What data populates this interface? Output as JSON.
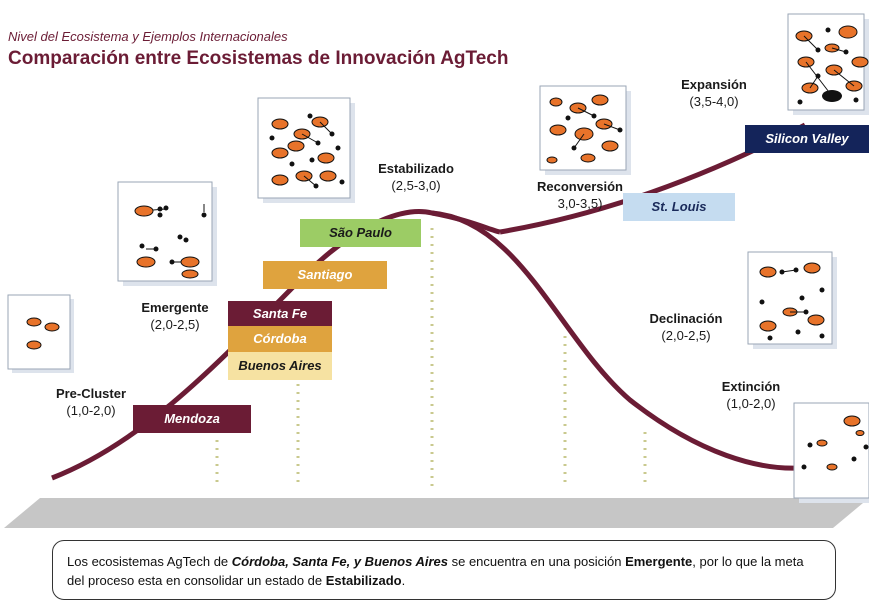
{
  "header": {
    "subtitle": "Nivel del Ecosistema y Ejemplos Internacionales",
    "title": "Comparación entre Ecosistemas de Innovación AgTech"
  },
  "stages": [
    {
      "name": "Pre-Cluster",
      "range": "(1,0-2,0)"
    },
    {
      "name": "Emergente",
      "range": "(2,0-2,5)"
    },
    {
      "name": "Estabilizado",
      "range": "(2,5-3,0)"
    },
    {
      "name": "Reconversión",
      "range": "3,0-3,5)"
    },
    {
      "name": "Expansión",
      "range": "(3,5-4,0)"
    },
    {
      "name": "Declinación",
      "range": "(2,0-2,5)"
    },
    {
      "name": "Extinción",
      "range": "(1,0-2,0)"
    }
  ],
  "locations": [
    {
      "label": "Mendoza",
      "bg": "#6b1c35",
      "fg": "#ffffff"
    },
    {
      "label": "Buenos Aires",
      "bg": "#f6e2a2",
      "fg": "#1a1a1a"
    },
    {
      "label": "Córdoba",
      "bg": "#dfa33e",
      "fg": "#ffffff"
    },
    {
      "label": "Santa Fe",
      "bg": "#6b1c35",
      "fg": "#ffffff"
    },
    {
      "label": "Santiago",
      "bg": "#dfa33e",
      "fg": "#ffffff"
    },
    {
      "label": "São Paulo",
      "bg": "#9ccc65",
      "fg": "#1a1a1a"
    },
    {
      "label": "St. Louis",
      "bg": "#c5dcf0",
      "fg": "#1a2a5a"
    },
    {
      "label": "Silicon Valley",
      "bg": "#14245a",
      "fg": "#ffffff"
    }
  ],
  "note": {
    "t1": "Los ecosistemas AgTech de ",
    "b1": "Córdoba, Santa Fe, y Buenos Aires",
    "t2": " se encuentra en una posición ",
    "b2": "Emergente",
    "t3": ", por lo que la meta del proceso esta en consolidar un estado de ",
    "b3": "Estabilizado",
    "t4": "."
  },
  "colors": {
    "curve": "#6b1c35",
    "node": "#e8732a",
    "floor": "#c6c6c6",
    "dots": "#c9c98e"
  }
}
